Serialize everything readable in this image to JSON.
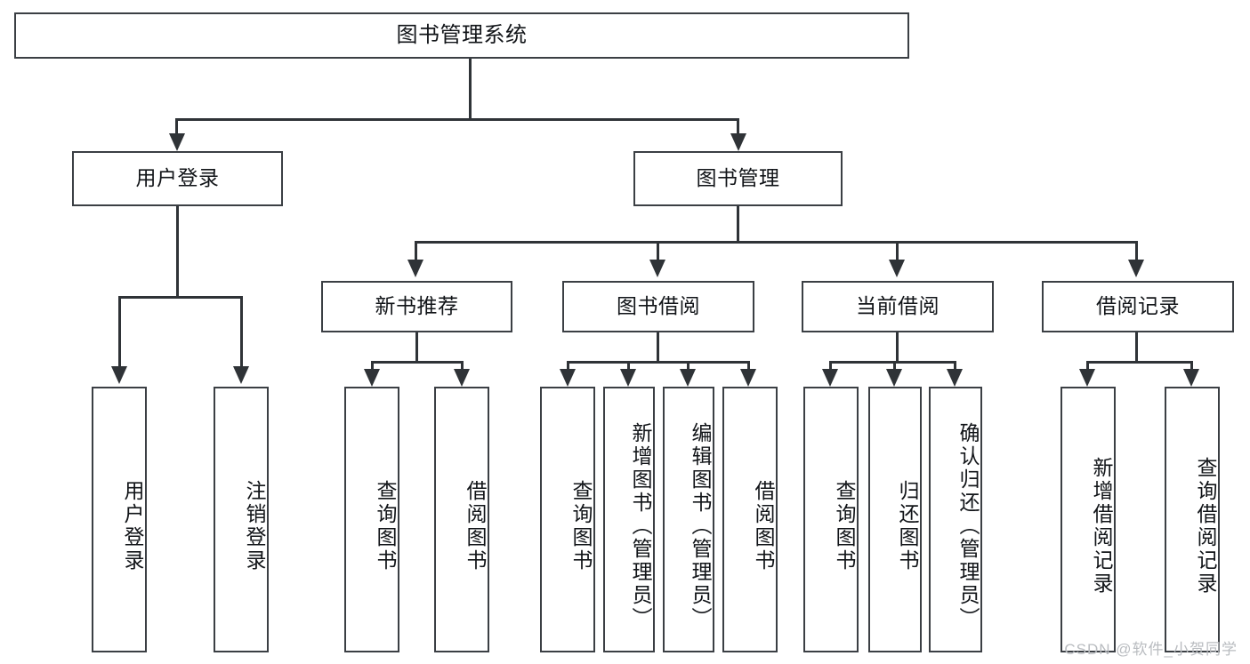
{
  "diagram": {
    "title": "图书管理系统",
    "type": "tree-hierarchy-chart",
    "watermark": "CSDN @软件_小贺同学",
    "colors": {
      "border": "#3b3f44",
      "connector": "#2f3337",
      "background": "#ffffff",
      "text": "#111418",
      "watermark": "#b9bcc0"
    }
  },
  "nodes": {
    "root": {
      "label": "图书管理系统"
    },
    "level1": [
      {
        "label": "用户登录"
      },
      {
        "label": "图书管理"
      }
    ],
    "level2": [
      {
        "label": "新书推荐"
      },
      {
        "label": "图书借阅"
      },
      {
        "label": "当前借阅"
      },
      {
        "label": "借阅记录"
      }
    ],
    "leaves": {
      "user_login": [
        {
          "label": "用户登录"
        },
        {
          "label": "注销登录"
        }
      ],
      "new_book_recommend": [
        {
          "label": "查询图书"
        },
        {
          "label": "借阅图书"
        }
      ],
      "book_borrow": [
        {
          "label": "查询图书"
        },
        {
          "label": "新增图书（管理员）"
        },
        {
          "label": "编辑图书（管理员）"
        },
        {
          "label": "借阅图书"
        }
      ],
      "current_borrow": [
        {
          "label": "查询图书"
        },
        {
          "label": "归还图书"
        },
        {
          "label": "确认归还（管理员）"
        }
      ],
      "borrow_record": [
        {
          "label": "新增借阅记录"
        },
        {
          "label": "查询借阅记录"
        }
      ]
    }
  }
}
